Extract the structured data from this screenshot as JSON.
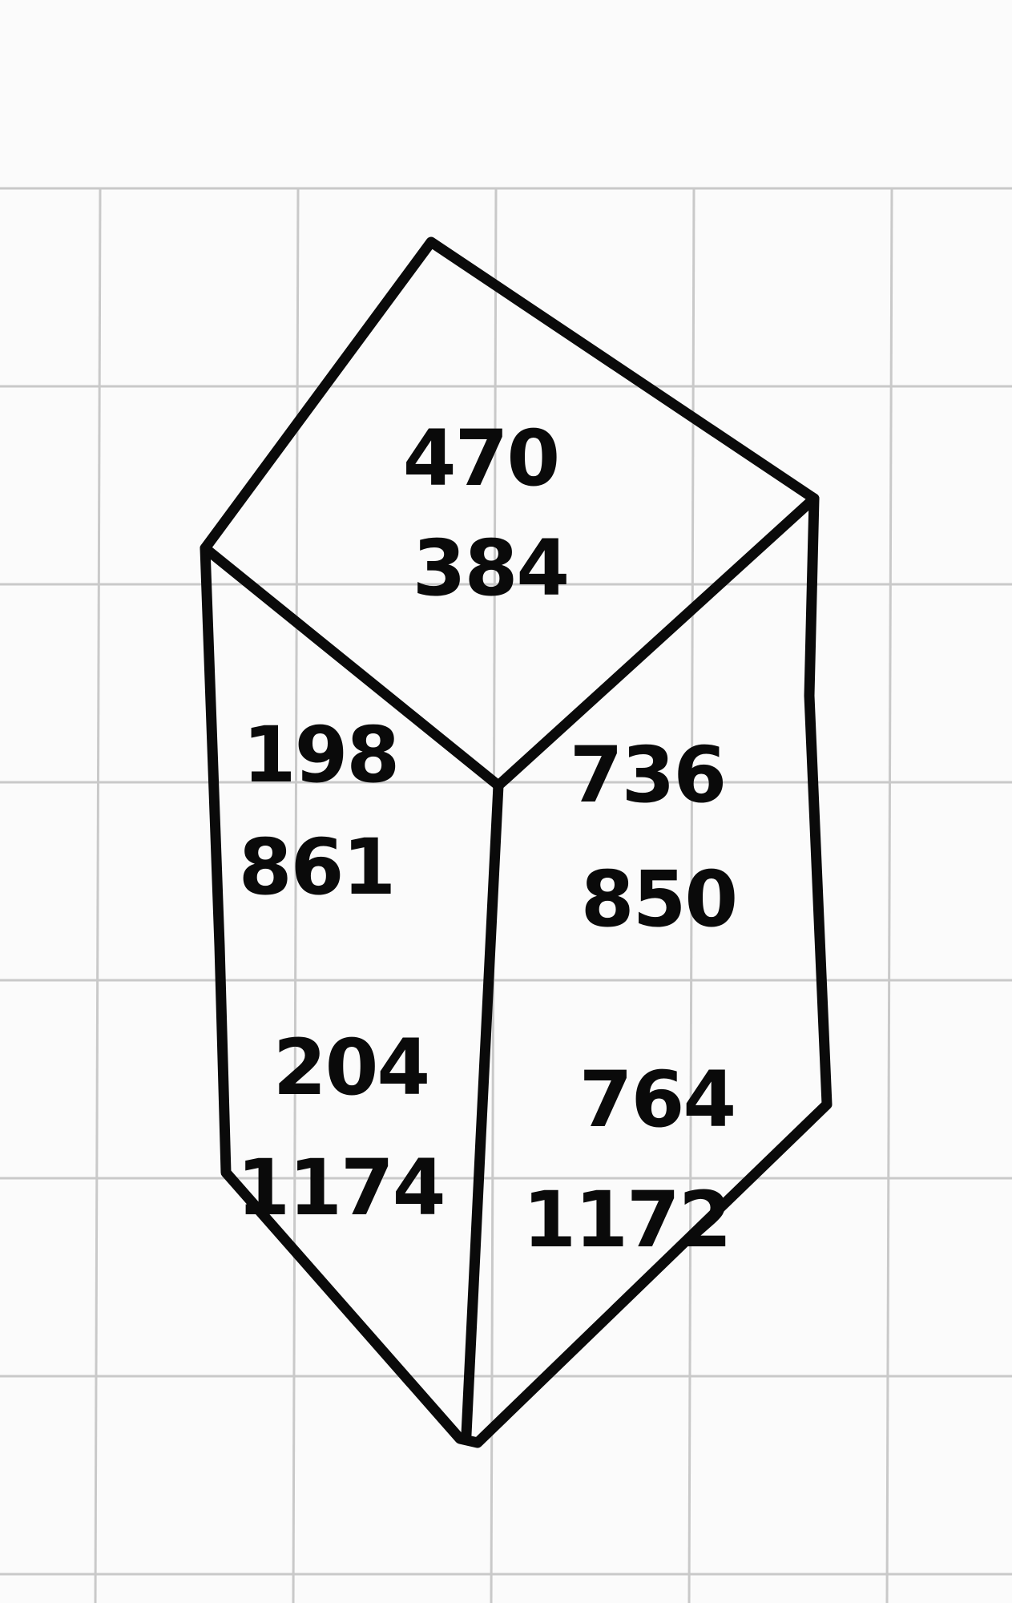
{
  "diagram": {
    "colors": {
      "paper": "#fbfbfb",
      "grid": "#c9c9c9",
      "ink": "#0a0a0a"
    },
    "faces": {
      "top": {
        "line1": "470",
        "line2": "384"
      },
      "left_upper": {
        "line1": "198",
        "line2": "861"
      },
      "right_upper": {
        "line1": "736",
        "line2": "850"
      },
      "left_lower": {
        "line1": "204",
        "line2": "1174"
      },
      "right_lower": {
        "line1": "764",
        "line2": "1172"
      }
    }
  }
}
